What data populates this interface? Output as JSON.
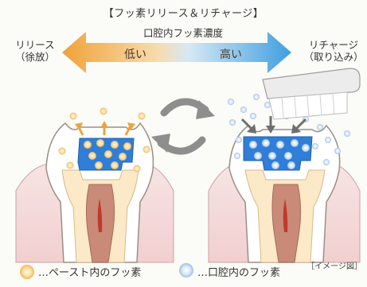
{
  "title": "【フッ素リリース＆リチャージ】",
  "gradient_label": "口腔内フッ素濃度",
  "left": {
    "label_line1": "リリース",
    "label_line2": "（徐放）",
    "arrow_text": "低い"
  },
  "right": {
    "label_line1": "リチャージ",
    "label_line2": "（取り込み）",
    "arrow_text": "高い"
  },
  "legend": {
    "paste": "…ペースト内のフッ素",
    "oral": "…口腔内のフッ素"
  },
  "note": "［イメージ図］",
  "colors": {
    "arrow_left": "#f0a23a",
    "arrow_right": "#3f9fe0",
    "paste_fluoride": "#f5c062",
    "oral_fluoride": "#a9c8ec",
    "filling": "#2f7fd8",
    "gum": "#f6dede",
    "pulp": "#c98a78"
  },
  "icons": [
    "cycle-arrows-icon",
    "toothbrush-icon"
  ]
}
